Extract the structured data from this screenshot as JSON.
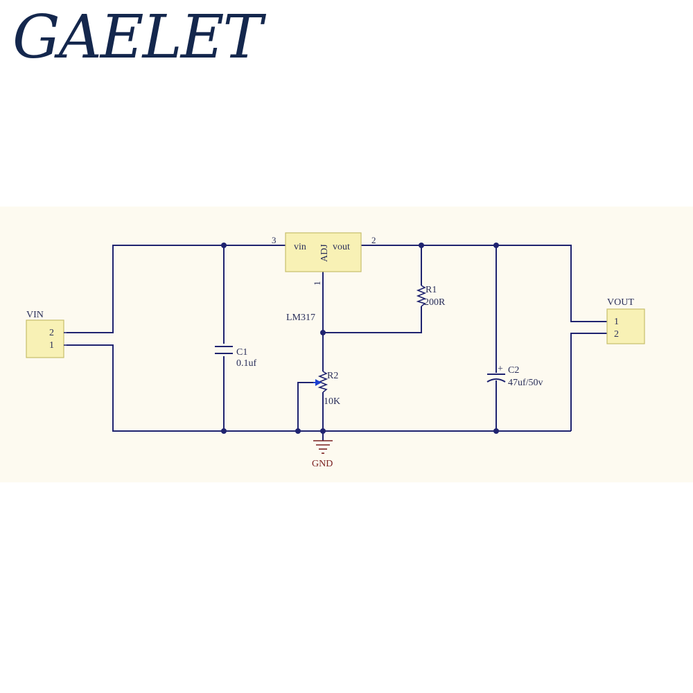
{
  "brand": {
    "logo_text": "GAELET"
  },
  "colors": {
    "wire": "#1f2370",
    "background": "#fdfaf0",
    "component_fill": "#f8f1b5",
    "gnd": "#7a2020",
    "logo": "#14274d"
  },
  "regulator": {
    "name": "LM317",
    "pin_in_name": "vin",
    "pin_out_name": "vout",
    "pin_adj_name": "ADJ",
    "pin_in_num": "3",
    "pin_out_num": "2",
    "pin_adj_num": "1"
  },
  "vin_connector": {
    "name": "VIN",
    "pin_top": "2",
    "pin_bottom": "1"
  },
  "vout_connector": {
    "name": "VOUT",
    "pin_top": "1",
    "pin_bottom": "2"
  },
  "c1": {
    "ref": "C1",
    "value": "0.1uf"
  },
  "c2": {
    "ref": "C2",
    "value": "47uf/50v",
    "polarity": "+"
  },
  "r1": {
    "ref": "R1",
    "value": "200R"
  },
  "r2": {
    "ref": "R2",
    "value": "10K"
  },
  "ground": {
    "label": "GND"
  }
}
